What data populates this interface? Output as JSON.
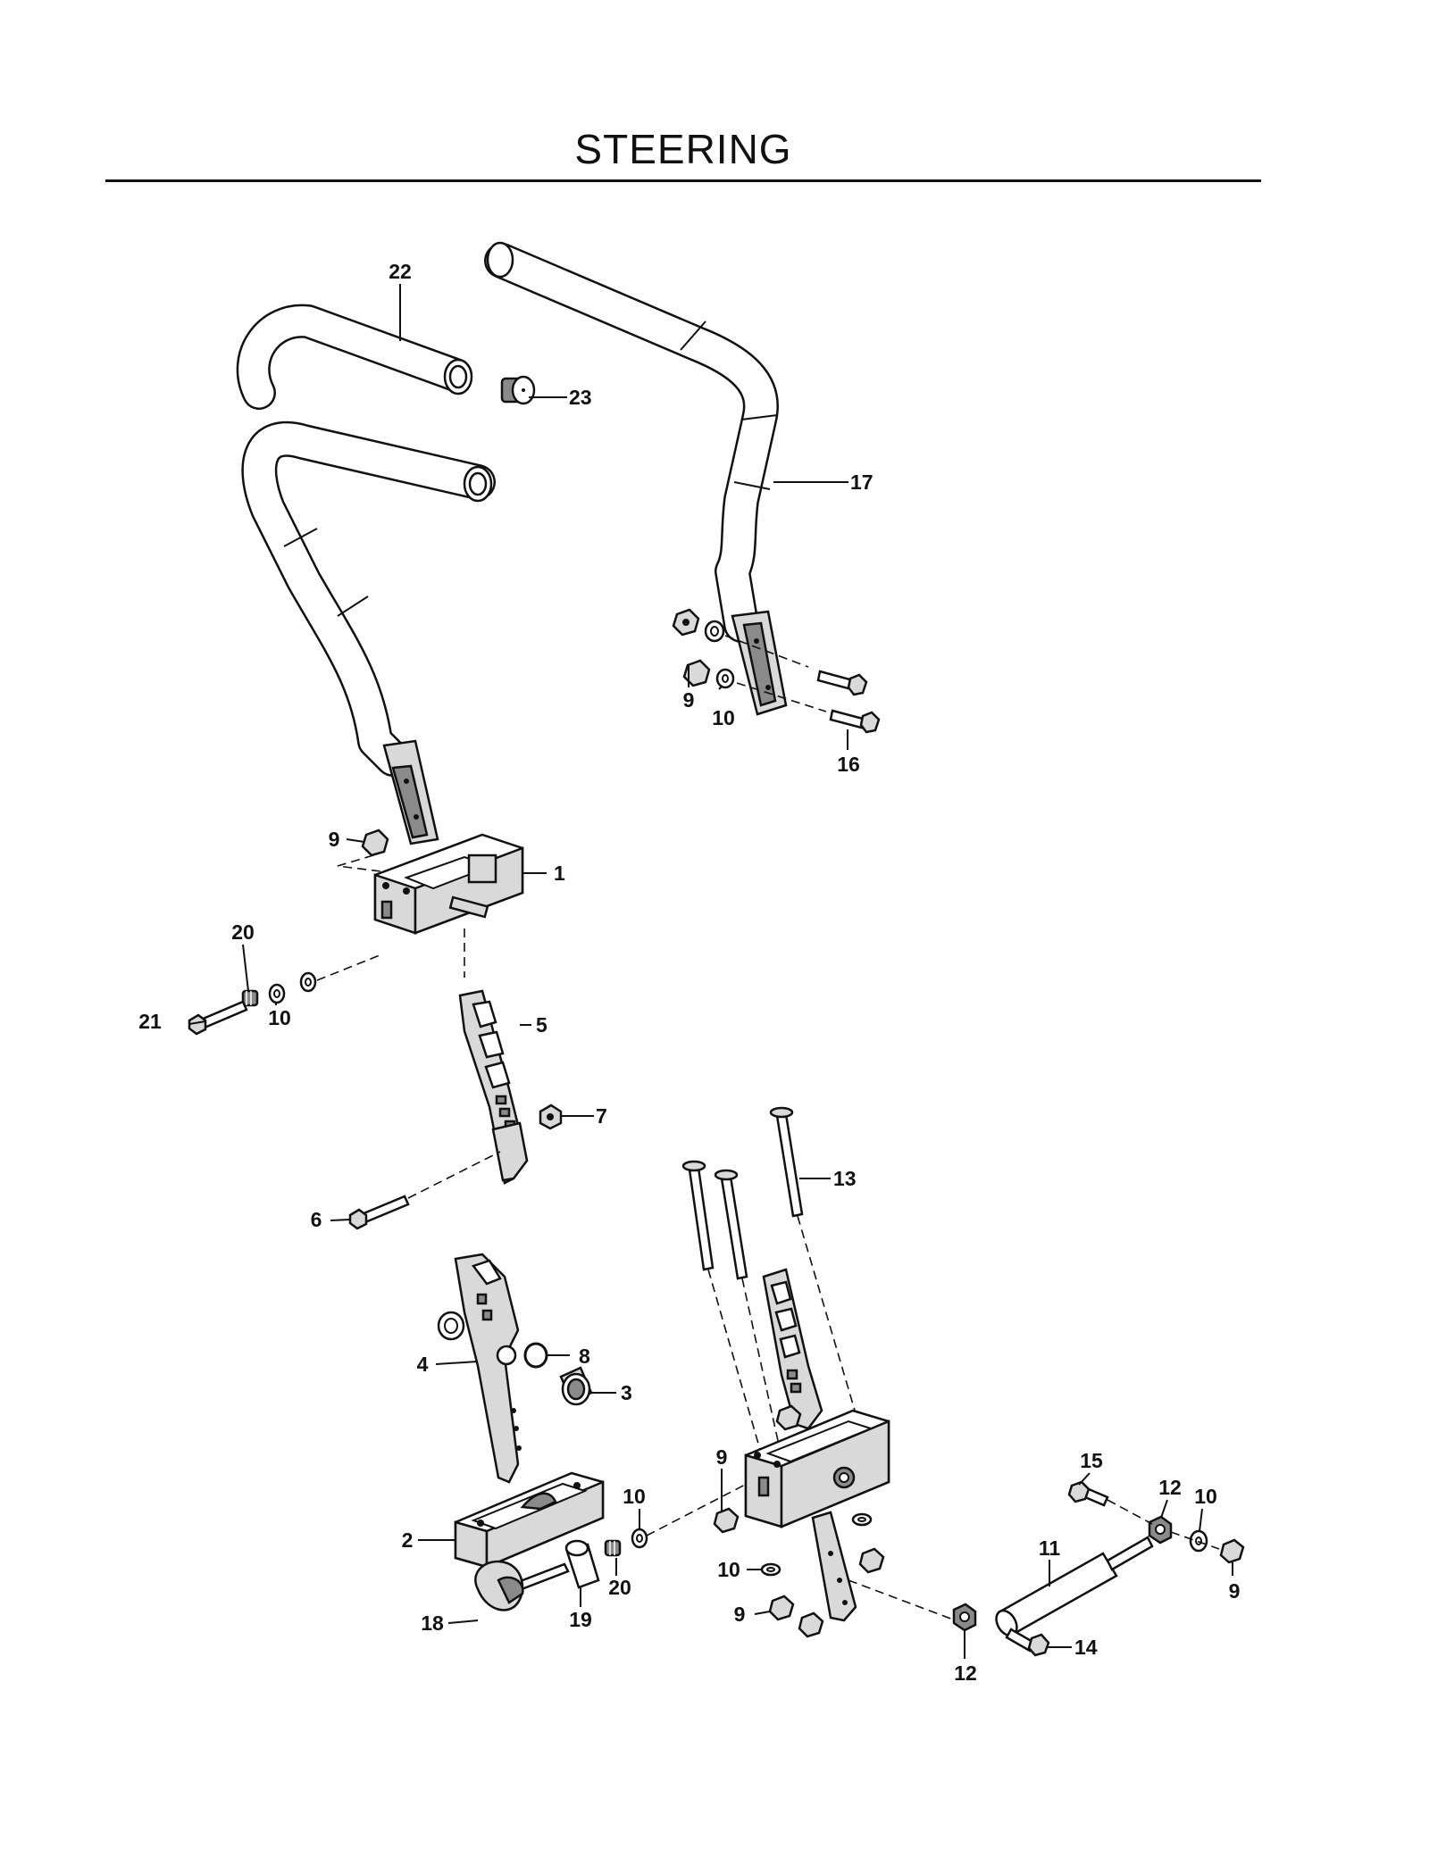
{
  "header": {
    "title": "STEERING"
  },
  "callouts": {
    "c1": "1",
    "c2": "2",
    "c3": "3",
    "c4": "4",
    "c5": "5",
    "c6": "6",
    "c7": "7",
    "c8": "8",
    "c9a": "9",
    "c9b": "9",
    "c9c": "9",
    "c9d": "9",
    "c9e": "9",
    "c10a": "10",
    "c10b": "10",
    "c10c": "10",
    "c10d": "10",
    "c10e": "10",
    "c11": "11",
    "c12a": "12",
    "c12b": "12",
    "c13": "13",
    "c14": "14",
    "c15": "15",
    "c16": "16",
    "c17": "17",
    "c18": "18",
    "c19": "19",
    "c20a": "20",
    "c20b": "20",
    "c21": "21",
    "c22": "22",
    "c23": "23"
  }
}
